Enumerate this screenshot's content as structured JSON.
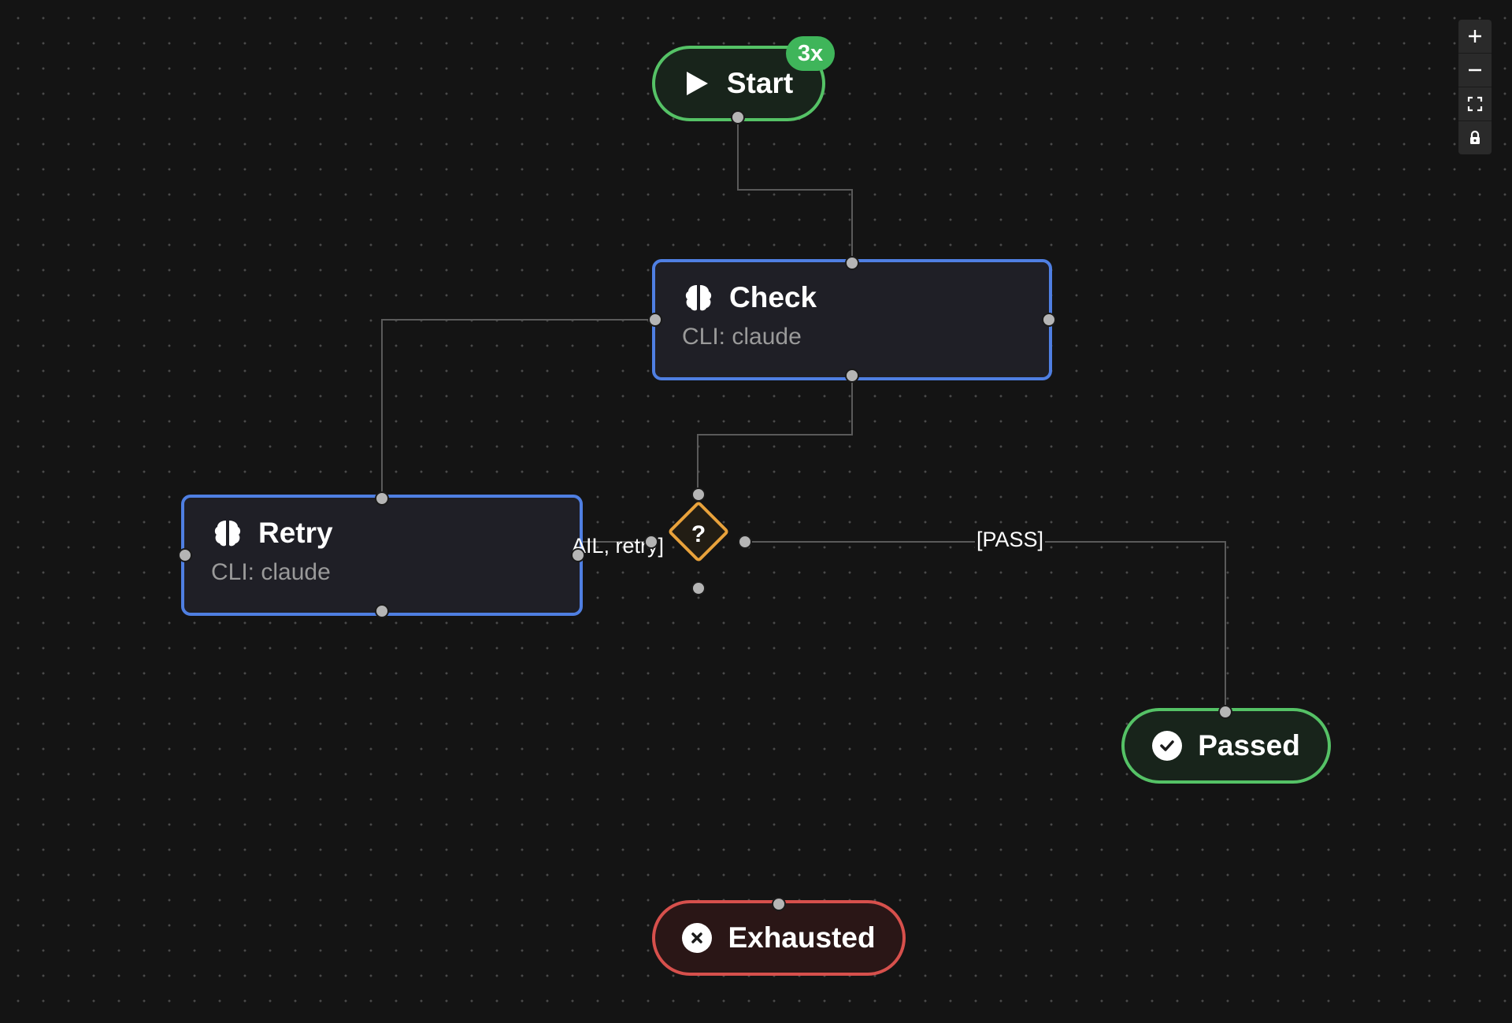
{
  "nodes": {
    "start": {
      "label": "Start",
      "badge": "3x"
    },
    "check": {
      "label": "Check",
      "subtitle": "CLI: claude"
    },
    "retry": {
      "label": "Retry",
      "subtitle": "CLI: claude"
    },
    "decision": {
      "label": "?"
    },
    "passed": {
      "label": "Passed"
    },
    "exhausted": {
      "label": "Exhausted"
    }
  },
  "edges": {
    "fail_label": "AIL, retry]",
    "pass_label": "[PASS]"
  },
  "controls": [
    "zoom-in",
    "zoom-out",
    "fit-view",
    "lock"
  ],
  "colors": {
    "background": "#141414",
    "start_end": "#55c266",
    "task": "#4f7fe2",
    "decision": "#e9a23b",
    "fail_end": "#d7504c",
    "badge": "#3fb55a"
  },
  "icons": {
    "start": "play-icon",
    "task": "brain-icon",
    "passed": "check-circle-icon",
    "exhausted": "x-circle-icon"
  }
}
